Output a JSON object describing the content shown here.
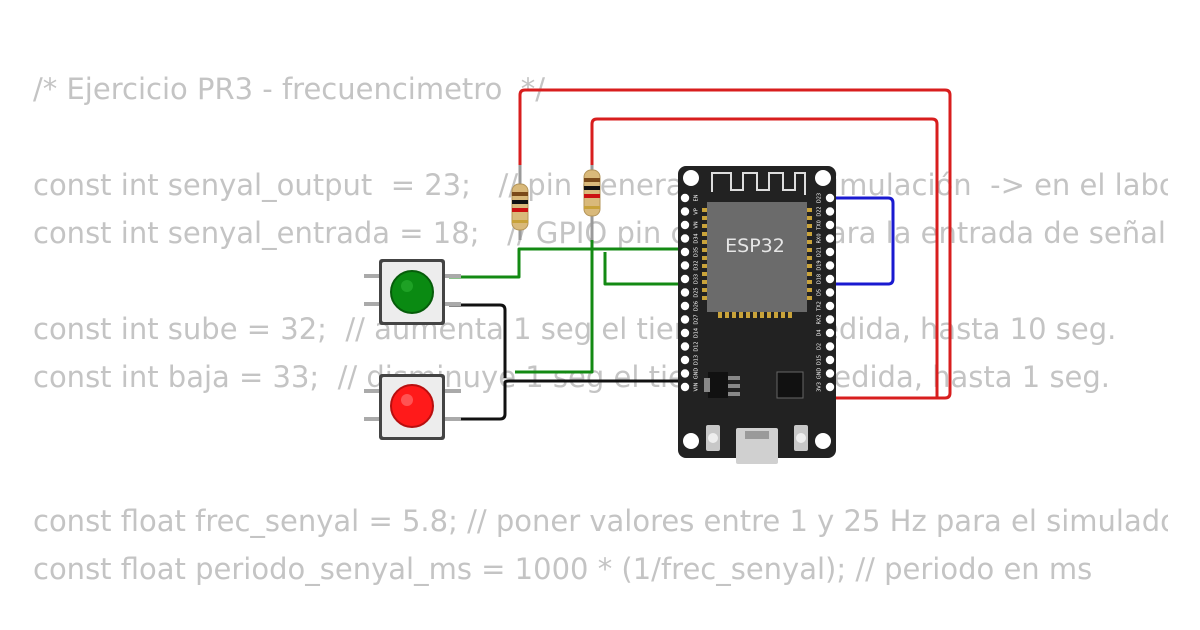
{
  "code": {
    "lines": [
      "/* Ejercicio PR3 - frecuencimetro  */",
      "const int senyal_output  = 23;   // pin generador para simulación  -> en el laboratorio",
      "const int senyal_entrada = 18;   // GPIO pin conexión para la entrada de señal",
      "const int sube = 32;  // aumenta 1 seg el tiempo de medida, hasta 10 seg.",
      "const int baja = 33;  // disminuye 1 seg el tiempo de medida, hasta 1 seg.",
      "const float frec_senyal = 5.8; // poner valores entre 1 y 25 Hz para el simulador",
      "const float periodo_senyal_ms = 1000 * (1/frec_senyal); // periodo en ms"
    ]
  },
  "board": {
    "label": "ESP32",
    "left_pins": [
      "EN",
      "VP",
      "VN",
      "D34",
      "D35",
      "D32",
      "D33",
      "D25",
      "D26",
      "D27",
      "D14",
      "D12",
      "D13",
      "GND",
      "VIN"
    ],
    "right_pins": [
      "D23",
      "D22",
      "TX0",
      "RX0",
      "D21",
      "D19",
      "D18",
      "D5",
      "TX2",
      "RX2",
      "D4",
      "D2",
      "D15",
      "GND",
      "3V3"
    ]
  },
  "buttons": [
    {
      "color": "green",
      "hex": "#0a8a12"
    },
    {
      "color": "red",
      "hex": "#ff1a1a"
    }
  ],
  "wire_colors": {
    "red": "#d81e1e",
    "green": "#138a13",
    "blue": "#1a1ad0",
    "black": "#111111"
  }
}
